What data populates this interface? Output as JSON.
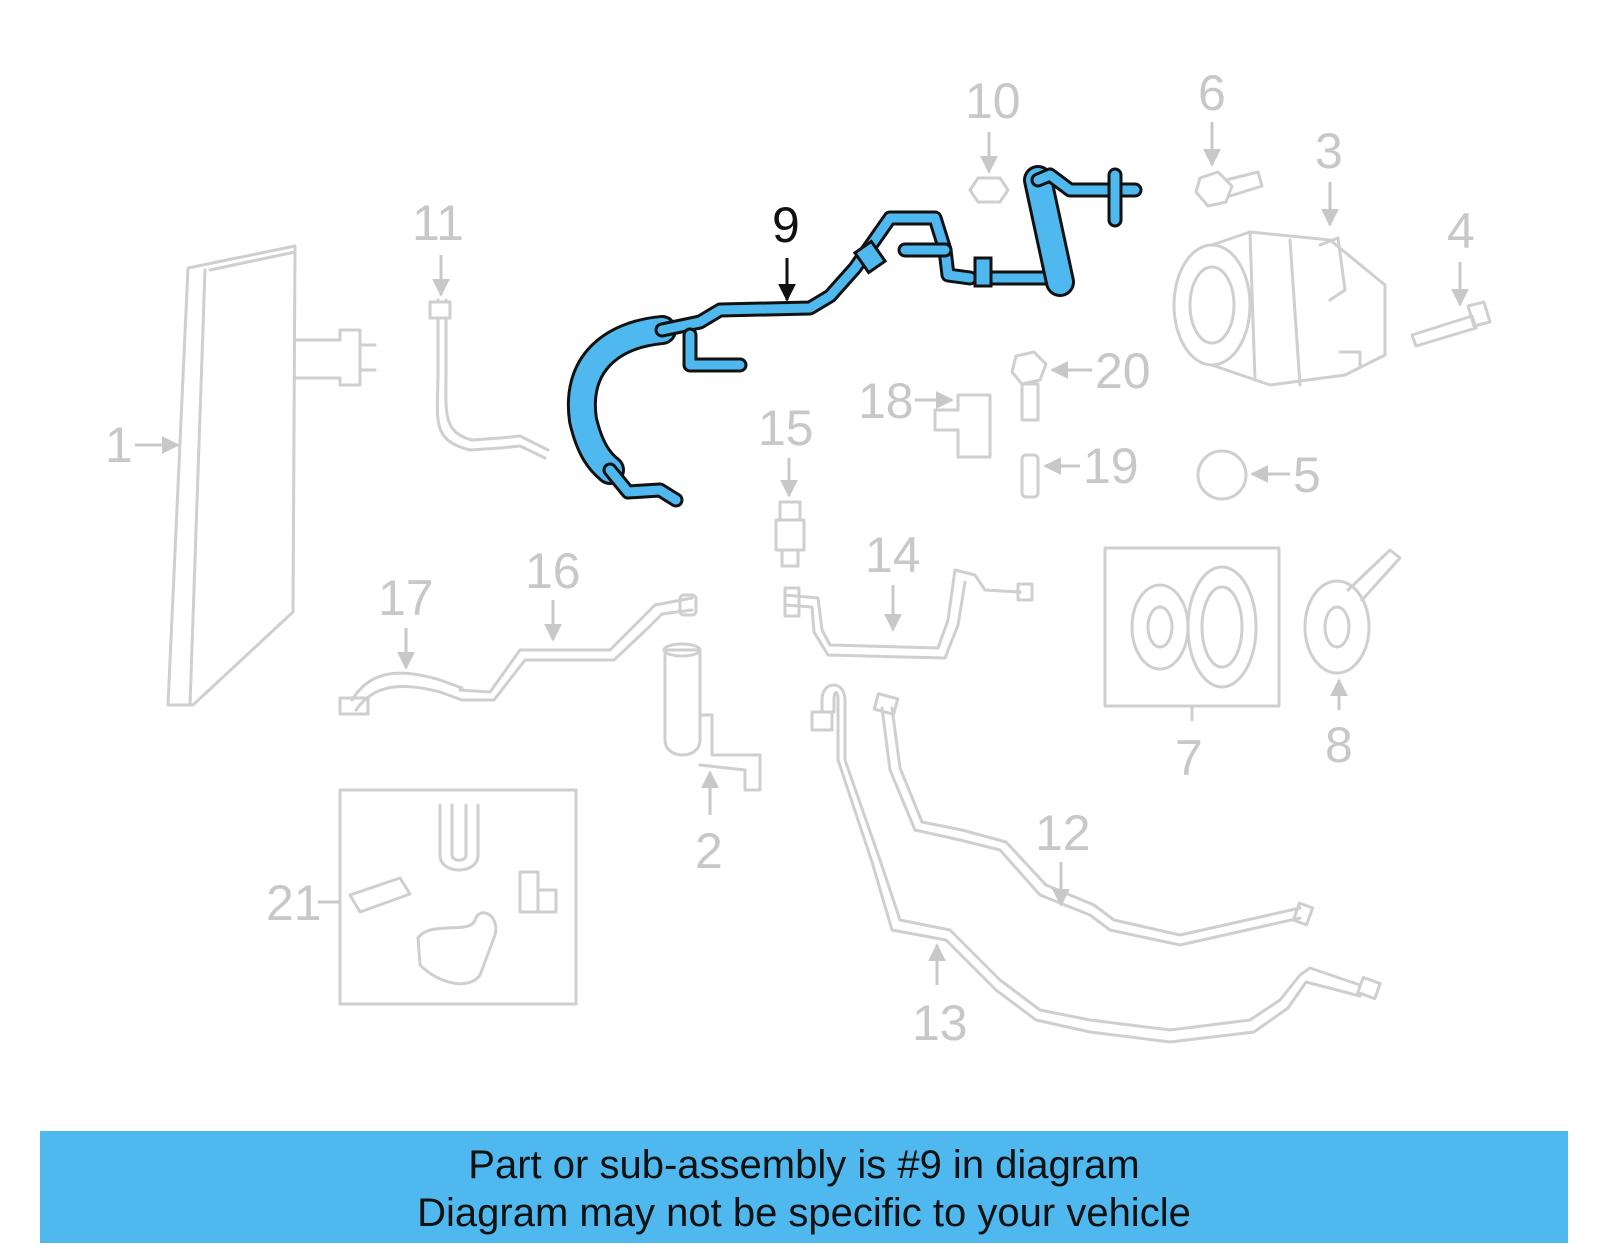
{
  "diagram": {
    "labels": [
      "1",
      "2",
      "3",
      "4",
      "5",
      "6",
      "7",
      "8",
      "9",
      "10",
      "11",
      "12",
      "13",
      "14",
      "15",
      "16",
      "17",
      "18",
      "19",
      "20",
      "21"
    ],
    "highlighted_label": "9",
    "colors": {
      "highlight": "#4fb8ee",
      "outline": "#111111",
      "muted": "#c8c8c8",
      "banner": "#4fb8ee"
    }
  },
  "banner": {
    "line1": "Part or sub-assembly is #9 in diagram",
    "line2": "Diagram may not be specific to your vehicle"
  }
}
